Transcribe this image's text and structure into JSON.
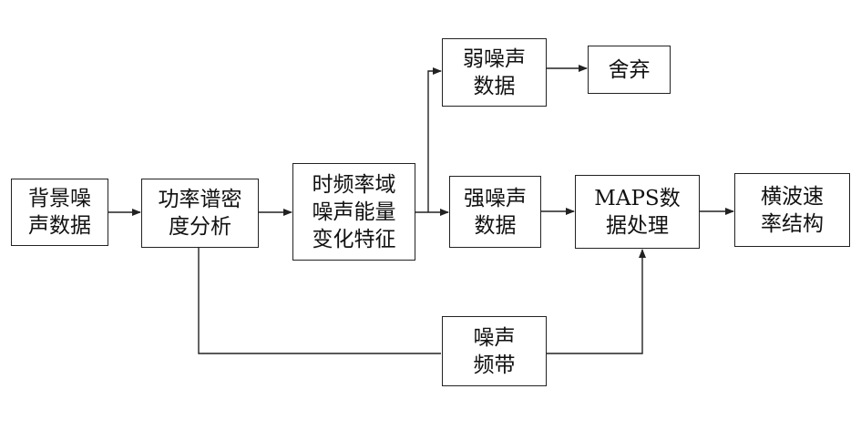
{
  "nodes": {
    "background_noise": "背景噪\n声数据",
    "psd_analysis": "功率谱密\n度分析",
    "tf_energy": "时频率域\n噪声能量\n变化特征",
    "weak_noise": "弱噪声\n数据",
    "discard": "舍弃",
    "strong_noise": "强噪声\n数据",
    "maps": "MAPS数\n据处理",
    "shear_wave": "横波速\n率结构",
    "noise_band": "噪声\n频带"
  }
}
